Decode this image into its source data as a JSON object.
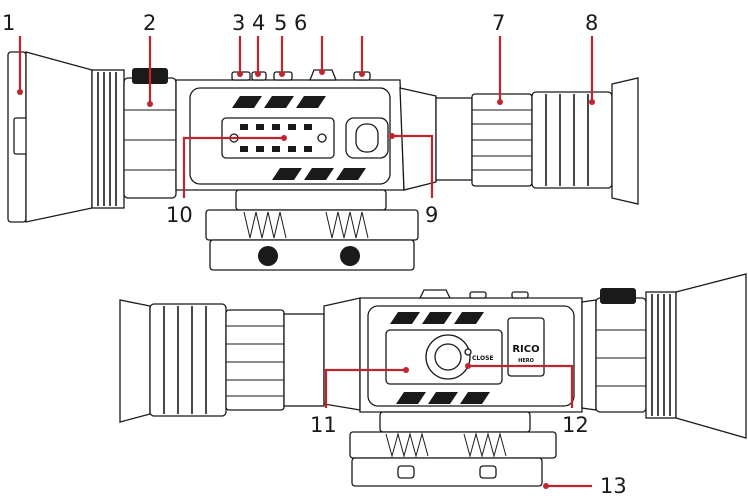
{
  "callouts": {
    "n1": "1",
    "n2": "2",
    "n3": "3",
    "n4": "4",
    "n5": "5",
    "n6": "6",
    "n7": "7",
    "n8": "8",
    "n9": "9",
    "n10": "10",
    "n11": "11",
    "n12": "12",
    "n13": "13"
  },
  "markings": {
    "brand_line1": "RICO",
    "brand_line2": "HERO",
    "cover_label": "CLOSE"
  },
  "colors": {
    "leader": "#c0252f",
    "outline": "#1a1a1a"
  }
}
